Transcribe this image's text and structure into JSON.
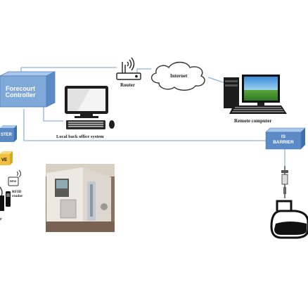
{
  "forecourt_controller": {
    "line1": "Forecourt",
    "line2": "Controller"
  },
  "router": {
    "label": "Router"
  },
  "internet": {
    "label": "Internet"
  },
  "back_office": {
    "label": "Local back office system"
  },
  "remote_computer": {
    "label": "Remote computer"
  },
  "left_box_top": {
    "label": "STER"
  },
  "left_box_bottom": {
    "label": "VE"
  },
  "rfid_tag": {
    "label": "RFID"
  },
  "rfid_reader": {
    "line1": "RFID",
    "line2": "reader"
  },
  "left_small": {
    "label": "r"
  },
  "is_barrier": {
    "line1": "IS",
    "line2": "BARRIER"
  },
  "colors": {
    "box_blue": "#7fa9d9",
    "box_blue_dark": "#4f7fbf",
    "line_blue": "#8fb4dc",
    "yellow": "#f0c040"
  }
}
